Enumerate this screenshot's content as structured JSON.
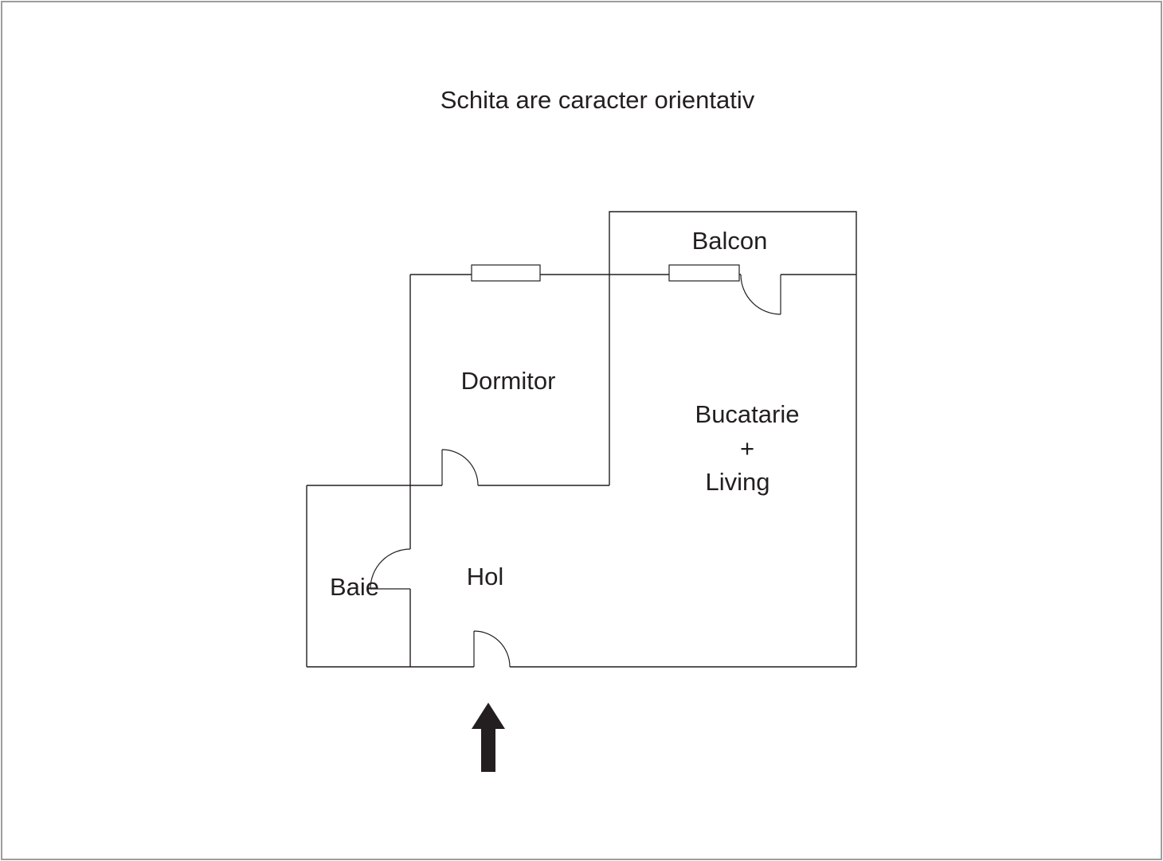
{
  "title": "Schita are caracter orientativ",
  "rooms": {
    "balcon": "Balcon",
    "dormitor": "Dormitor",
    "bucatarie_line1": "Bucatarie",
    "bucatarie_line2": "+",
    "bucatarie_line3": "Living",
    "baie": "Baie",
    "hol": "Hol"
  },
  "icons": {
    "entrance_arrow": "up-arrow"
  },
  "colors": {
    "line": "#231f20",
    "background": "#ffffff",
    "frame": "#9d9d9d"
  }
}
